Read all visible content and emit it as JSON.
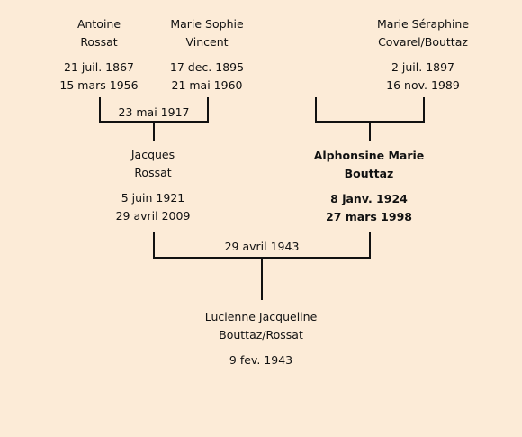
{
  "persons": {
    "antoine": {
      "first": "Antoine",
      "last": "Rossat",
      "birth": "21 juil. 1867",
      "death": "15 mars 1956"
    },
    "marie_sophie": {
      "first": "Marie Sophie",
      "last": "Vincent",
      "birth": "17 dec. 1895",
      "death": "21 mai 1960"
    },
    "marie_seraphine": {
      "first": "Marie Séraphine",
      "last": "Covarel/Bouttaz",
      "birth": "2 juil. 1897",
      "death": "16 nov. 1989"
    },
    "jacques": {
      "first": "Jacques",
      "last": "Rossat",
      "birth": "5 juin 1921",
      "death": "29 avril 2009"
    },
    "alphonsine": {
      "first": "Alphonsine Marie",
      "last": "Bouttaz",
      "birth": "8 janv. 1924",
      "death": "27 mars 1998"
    },
    "lucienne": {
      "first": "Lucienne Jacqueline",
      "last": "Bouttaz/Rossat",
      "birth": "9 fev. 1943"
    }
  },
  "marriages": {
    "antoine_marie_sophie": "23 mai 1917",
    "jacques_alphonsine": "29 avril 1943"
  }
}
